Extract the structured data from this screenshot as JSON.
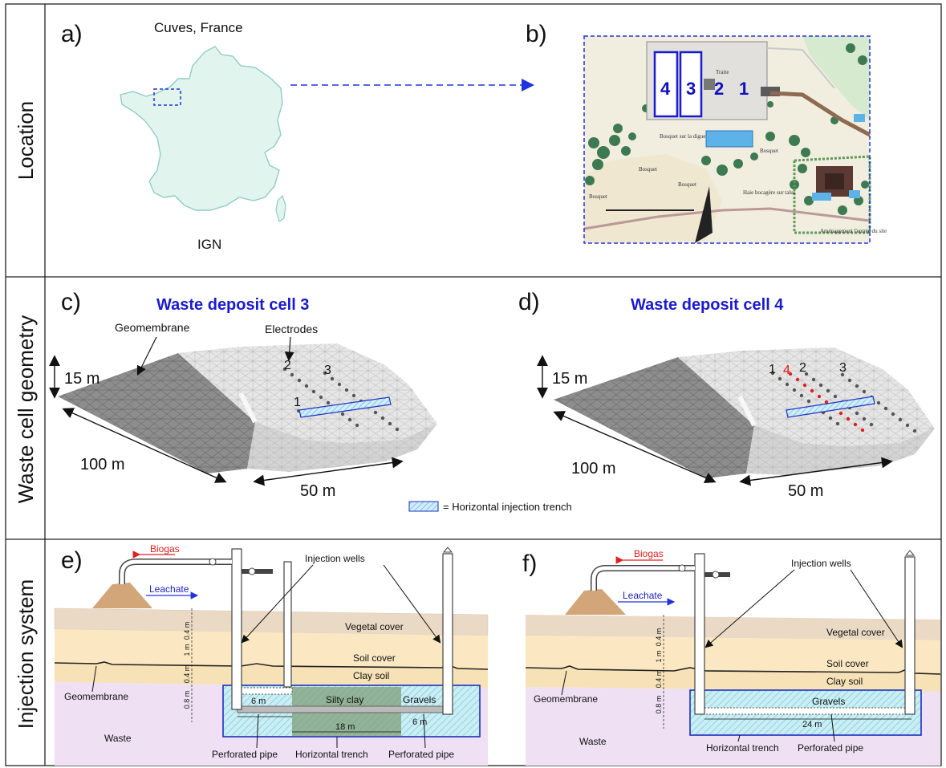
{
  "rows": {
    "location": "Location",
    "geometry": "Waste cell geometry",
    "injection": "Injection system"
  },
  "panel_a": {
    "label": "a)",
    "place": "Cuves, France",
    "source": "IGN"
  },
  "panel_b": {
    "label": "b)",
    "cells": [
      "4",
      "3",
      "2",
      "1"
    ],
    "map_text": {
      "traite": "Traite",
      "bosquet_digue": "Bosquet sur la digue",
      "bosquet1": "Bosquet",
      "bosquet2": "Bosquet",
      "bosquet3": "Bosquet",
      "haie": "Haie bocagère sur talus",
      "amenag": "Aménagement l'entrée du site"
    }
  },
  "panel_c": {
    "label": "c)",
    "title": "Waste deposit cell 3",
    "geomembrane": "Geomembrane",
    "electrodes": "Electrodes",
    "height": "15 m",
    "length": "100 m",
    "width": "50 m",
    "lines": [
      "1",
      "2",
      "3"
    ]
  },
  "panel_d": {
    "label": "d)",
    "title": "Waste deposit cell 4",
    "height": "15 m",
    "length": "100 m",
    "width": "50 m",
    "lines": [
      "1",
      "4",
      "2",
      "3"
    ]
  },
  "legend": {
    "trench": "= Horizontal injection trench"
  },
  "panel_e": {
    "label": "e)",
    "biogas": "Biogas",
    "leachate": "Leachate",
    "injection_wells": "Injection wells",
    "vegetal_cover": "Vegetal cover",
    "soil_cover": "Soil cover",
    "clay_soil": "Clay soil",
    "geomembrane": "Geomembrane",
    "silty_clay": "Silty clay",
    "gravels": "Gravels",
    "waste": "Waste",
    "d1": "6 m",
    "d2": "18 m",
    "d3": "6 m",
    "perforated_pipe_left": "Perforated pipe",
    "horizontal_trench": "Horizontal trench",
    "perforated_pipe_right": "Perforated pipe",
    "depths": [
      "0.4 m",
      "1 m",
      "0.4 m",
      "0.8 m"
    ]
  },
  "panel_f": {
    "label": "f)",
    "biogas": "Biogas",
    "leachate": "Leachate",
    "injection_wells": "Injection wells",
    "vegetal_cover": "Vegetal cover",
    "soil_cover": "Soil cover",
    "clay_soil": "Clay soil",
    "geomembrane": "Geomembrane",
    "gravels": "Gravels",
    "waste": "Waste",
    "d1": "24 m",
    "horizontal_trench": "Horizontal trench",
    "perforated_pipe": "Perforated pipe",
    "depths": [
      "0.4 m",
      "1 m",
      "0.4 m",
      "0.8 m"
    ]
  },
  "colors": {
    "vegetal": "#ead9c4",
    "soil": "#fbe8c2",
    "waste": "#efe0f4",
    "trench": "#bfe8ef",
    "trench_border": "#1d2fc0",
    "arrow_blue": "#2233dd",
    "red": "#e02020"
  }
}
